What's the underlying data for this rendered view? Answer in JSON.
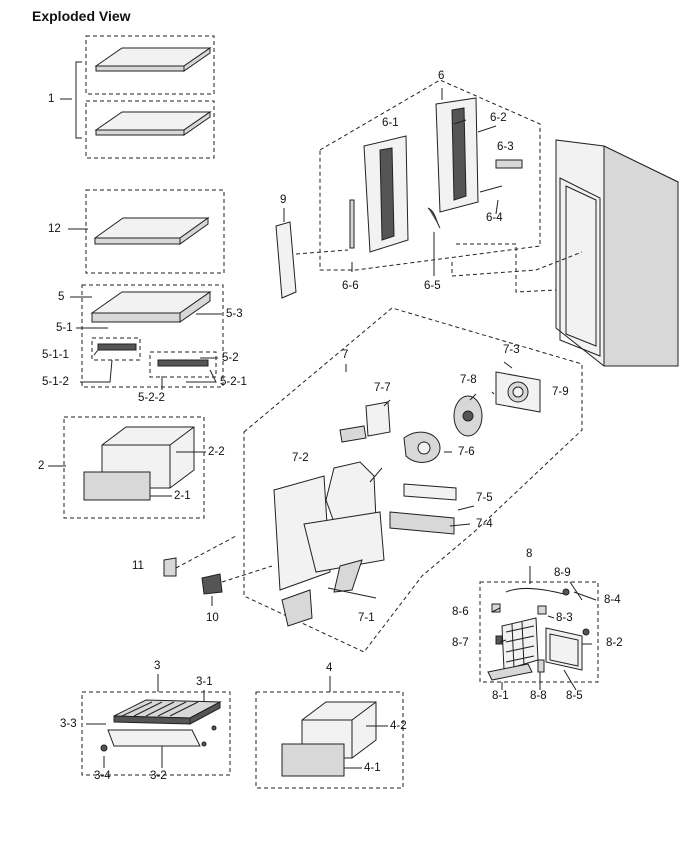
{
  "title": "Exploded View",
  "labels": {
    "p1": "1",
    "p12": "12",
    "p5": "5",
    "p5_1": "5-1",
    "p5_1_1": "5-1-1",
    "p5_1_2": "5-1-2",
    "p5_2": "5-2",
    "p5_2_1": "5-2-1",
    "p5_2_2": "5-2-2",
    "p5_3": "5-3",
    "p2": "2",
    "p2_1": "2-1",
    "p2_2": "2-2",
    "p6": "6",
    "p6_1": "6-1",
    "p6_2": "6-2",
    "p6_3": "6-3",
    "p6_4": "6-4",
    "p6_5": "6-5",
    "p6_6": "6-6",
    "p9": "9",
    "p7": "7",
    "p7_1": "7-1",
    "p7_2": "7-2",
    "p7_3": "7-3",
    "p7_4": "7-4",
    "p7_5": "7-5",
    "p7_6": "7-6",
    "p7_7": "7-7",
    "p7_8": "7-8",
    "p7_9": "7-9",
    "p11": "11",
    "p10": "10",
    "p8": "8",
    "p8_1": "8-1",
    "p8_2": "8-2",
    "p8_3": "8-3",
    "p8_4": "8-4",
    "p8_5": "8-5",
    "p8_6": "8-6",
    "p8_7": "8-7",
    "p8_8": "8-8",
    "p8_9": "8-9",
    "p3": "3",
    "p3_1": "3-1",
    "p3_2": "3-2",
    "p3_3": "3-3",
    "p3_4": "3-4",
    "p4": "4",
    "p4_1": "4-1",
    "p4_2": "4-2"
  }
}
